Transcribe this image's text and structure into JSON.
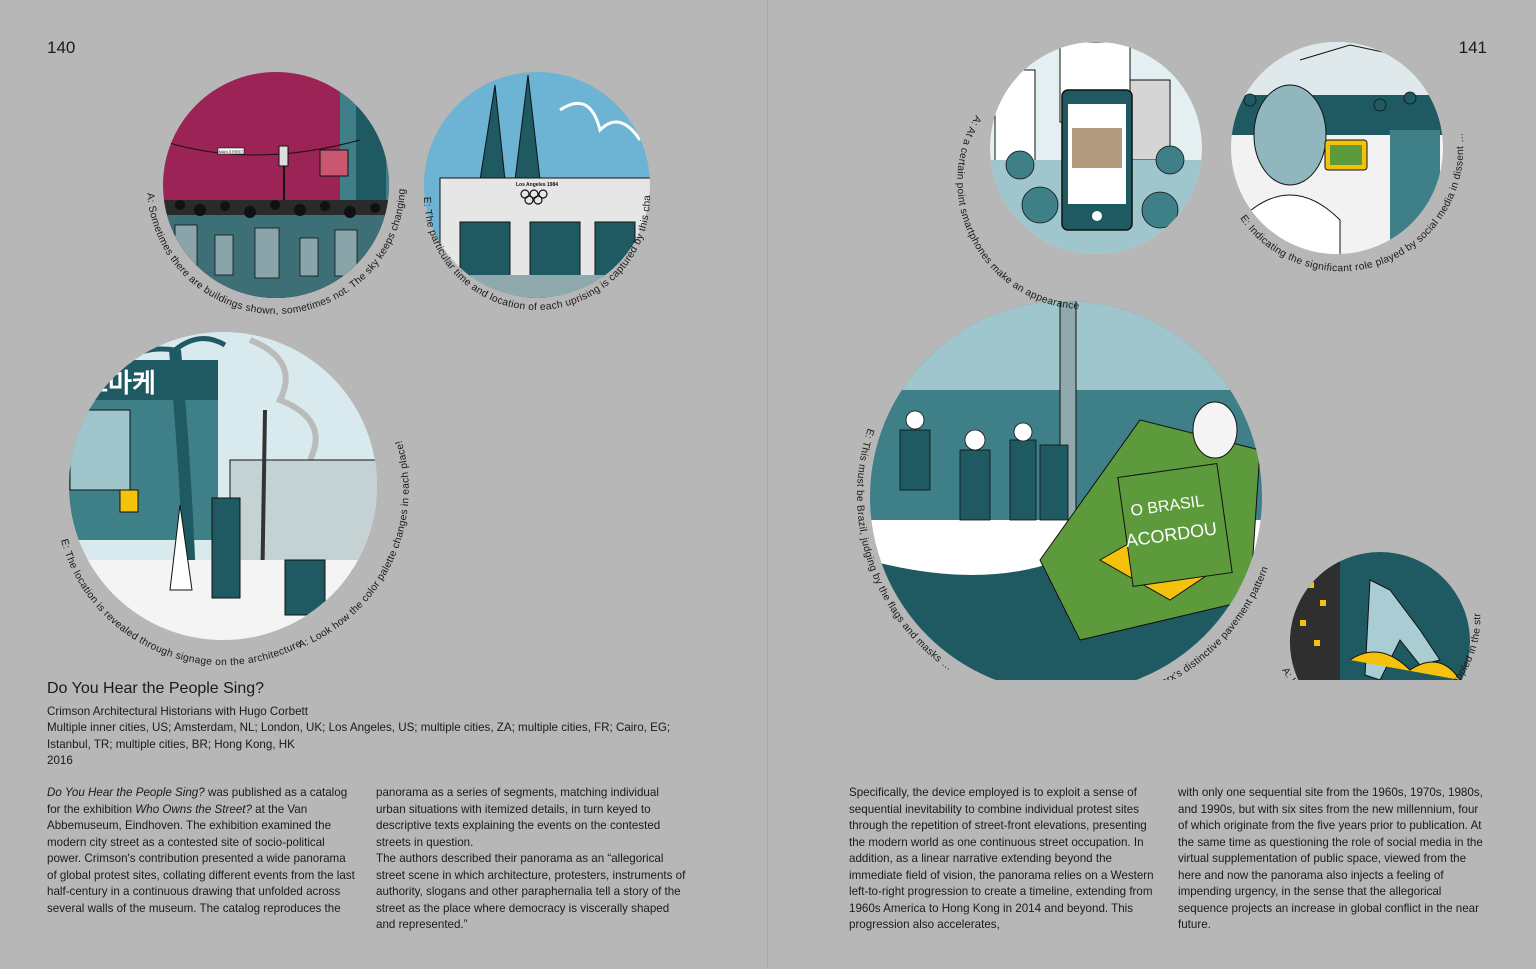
{
  "pages": {
    "left_number": "140",
    "right_number": "141"
  },
  "captions": {
    "c1": "A: Sometimes there are buildings shown, sometimes not. The sky keeps changing color!",
    "c2": "E: The particular time and location of each uprising is captured by this changing background to the streets, plazas, or open spaces",
    "c3a": "E: The location is revealed through signage on the architecture",
    "c3b": "A: Look how the color palette changes in each place!",
    "c4": "A: At a certain point smartphones make an appearance",
    "c5": "E: Indicating the significant role played by social media in dissent …",
    "c6a": "E: This must be Brazil, judging by the flags and masks …",
    "c6b": "A: … and Roberto Burle Marx's distinctive pavement pattern",
    "c7": "A: Le Corbusier's Modulor, a statue being toppled in the street…"
  },
  "illustration_text": {
    "street_sign": "MAIN STREET",
    "olympic_sign": "Los Angeles 1984",
    "korean_sign": "토마케",
    "banner_line1": "O BRASIL",
    "banner_line2": "ACORDOU"
  },
  "article": {
    "title": "Do You Hear the People Sing?",
    "authors": "Crimson Architectural Historians with Hugo Corbett",
    "locations": "Multiple inner cities, US; Amsterdam, NL; London, UK; Los Angeles, US; multiple cities, ZA; multiple cities, FR; Cairo, EG; Istanbul, TR; multiple cities, BR; Hong Kong, HK",
    "year": "2016",
    "col1_i1": "Do You Hear the People Sing?",
    "col1_t1": " was published as a catalog for the exhibition ",
    "col1_i2": "Who Owns the Street?",
    "col1_t2": " at the Van Abbemuseum, Eindhoven. The exhibition examined the modern city street as a contested site of socio-political power. Crimson's contribution presented a wide panorama of global protest sites, collating different events from the last half-century in a continuous drawing that unfolded across several walls of the museum. The catalog reproduces the",
    "col2_p1": "panorama as a series of segments, matching individual urban situations with itemized details, in turn keyed to descriptive texts explaining the events on the contested streets in question.",
    "col2_p2": "The authors described their panorama as an “allegorical street scene in which architecture, protesters, instruments of authority, slogans and other paraphernalia tell a story of the street as the place where democracy is viscerally shaped and represented.”",
    "col3": "Specifically, the device employed is to exploit a sense of sequential inevitability to combine individual protest sites through the repetition of street-front elevations, presenting the modern world as one continuous street occupation. In addition, as a linear narrative extending beyond the immediate field of vision, the panorama relies on a Western left-to-right progression to create a timeline, extending from 1960s America to Hong Kong in 2014 and beyond. This progression also accelerates,",
    "col4": "with only one sequential site from the 1960s, 1970s, 1980s, and 1990s, but with six sites from the new millennium, four of which originate from the five years prior to publication. At the same time as questioning the role of social media in the virtual supplementation of public space, viewed from the here and now the panorama also injects a feeling of impending urgency, in the sense that the allegorical sequence projects an increase in global conflict in the near future."
  },
  "colors": {
    "background": "#b7b7b7",
    "teal_dark": "#1f5a63",
    "teal": "#3f7f88",
    "teal_light": "#9fc6cc",
    "magenta": "#9c2355",
    "sky_blue": "#6db3d3",
    "brazil_green": "#5c9a3c"
  }
}
